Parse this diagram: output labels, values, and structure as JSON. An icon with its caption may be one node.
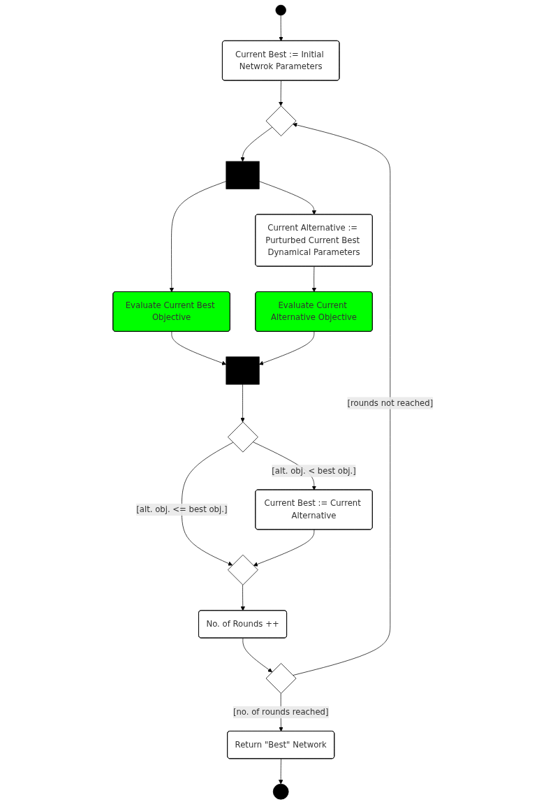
{
  "diagram": {
    "nodes": [
      {
        "text": [],
        "shape": "circle"
      },
      {
        "text": [
          "Current Best := Initial Netwrok Parameters"
        ]
      },
      {
        "text": [],
        "shape": "diamond"
      },
      {
        "text": [],
        "shape": "bar"
      },
      {
        "text": [
          "Current Alternative := Purturbed Current Best Dynamical Parameters"
        ]
      },
      {
        "text": [
          "Evaluate Current Best Objective"
        ]
      },
      {
        "text": [
          "Evaluate Current Alternative Objective"
        ]
      },
      {
        "text": [],
        "shape": "bar"
      },
      {
        "text": [],
        "shape": "diamond"
      },
      {
        "text": [
          "Current Best := Current Alternative"
        ]
      },
      {
        "text": [],
        "shape": "diamond"
      },
      {
        "text": [
          "No. of Rounds ++"
        ]
      },
      {
        "text": [],
        "shape": "diamond"
      },
      {
        "text": [
          "Return \"Best\" Network"
        ]
      },
      {
        "text": [],
        "shape": "circle"
      }
    ],
    "edges": [
      {
        "from": 0,
        "to": 1,
        "arrow": "to"
      },
      {
        "from": 1,
        "to": 2,
        "arrow": "to"
      },
      {
        "from": 2,
        "to": 3,
        "arrow": "to"
      },
      {
        "from": 3,
        "to": 5,
        "arrow": "to"
      },
      {
        "from": 3,
        "to": 4,
        "arrow": "to"
      },
      {
        "from": 4,
        "to": 6,
        "arrow": "to"
      },
      {
        "from": 5,
        "to": 7,
        "arrow": "to"
      },
      {
        "from": 6,
        "to": 7,
        "arrow": "to"
      },
      {
        "from": 7,
        "to": 8,
        "arrow": "to"
      },
      {
        "from": 8,
        "to": 9,
        "arrow": "to",
        "label": "[alt. obj. < best obj.]"
      },
      {
        "from": 8,
        "to": 10,
        "arrow": "to",
        "label": "[alt. obj. <= best obj.]"
      },
      {
        "from": 9,
        "to": 10,
        "arrow": "to"
      },
      {
        "from": 10,
        "to": 11,
        "arrow": "to"
      },
      {
        "from": 11,
        "to": 12,
        "arrow": "to"
      },
      {
        "from": 12,
        "to": 2,
        "arrow": "to",
        "label": "[rounds not reached]"
      },
      {
        "from": 12,
        "to": 13,
        "arrow": "to",
        "label": "[no. of rounds reached]"
      },
      {
        "from": 13,
        "to": 14,
        "arrow": "to"
      }
    ]
  }
}
